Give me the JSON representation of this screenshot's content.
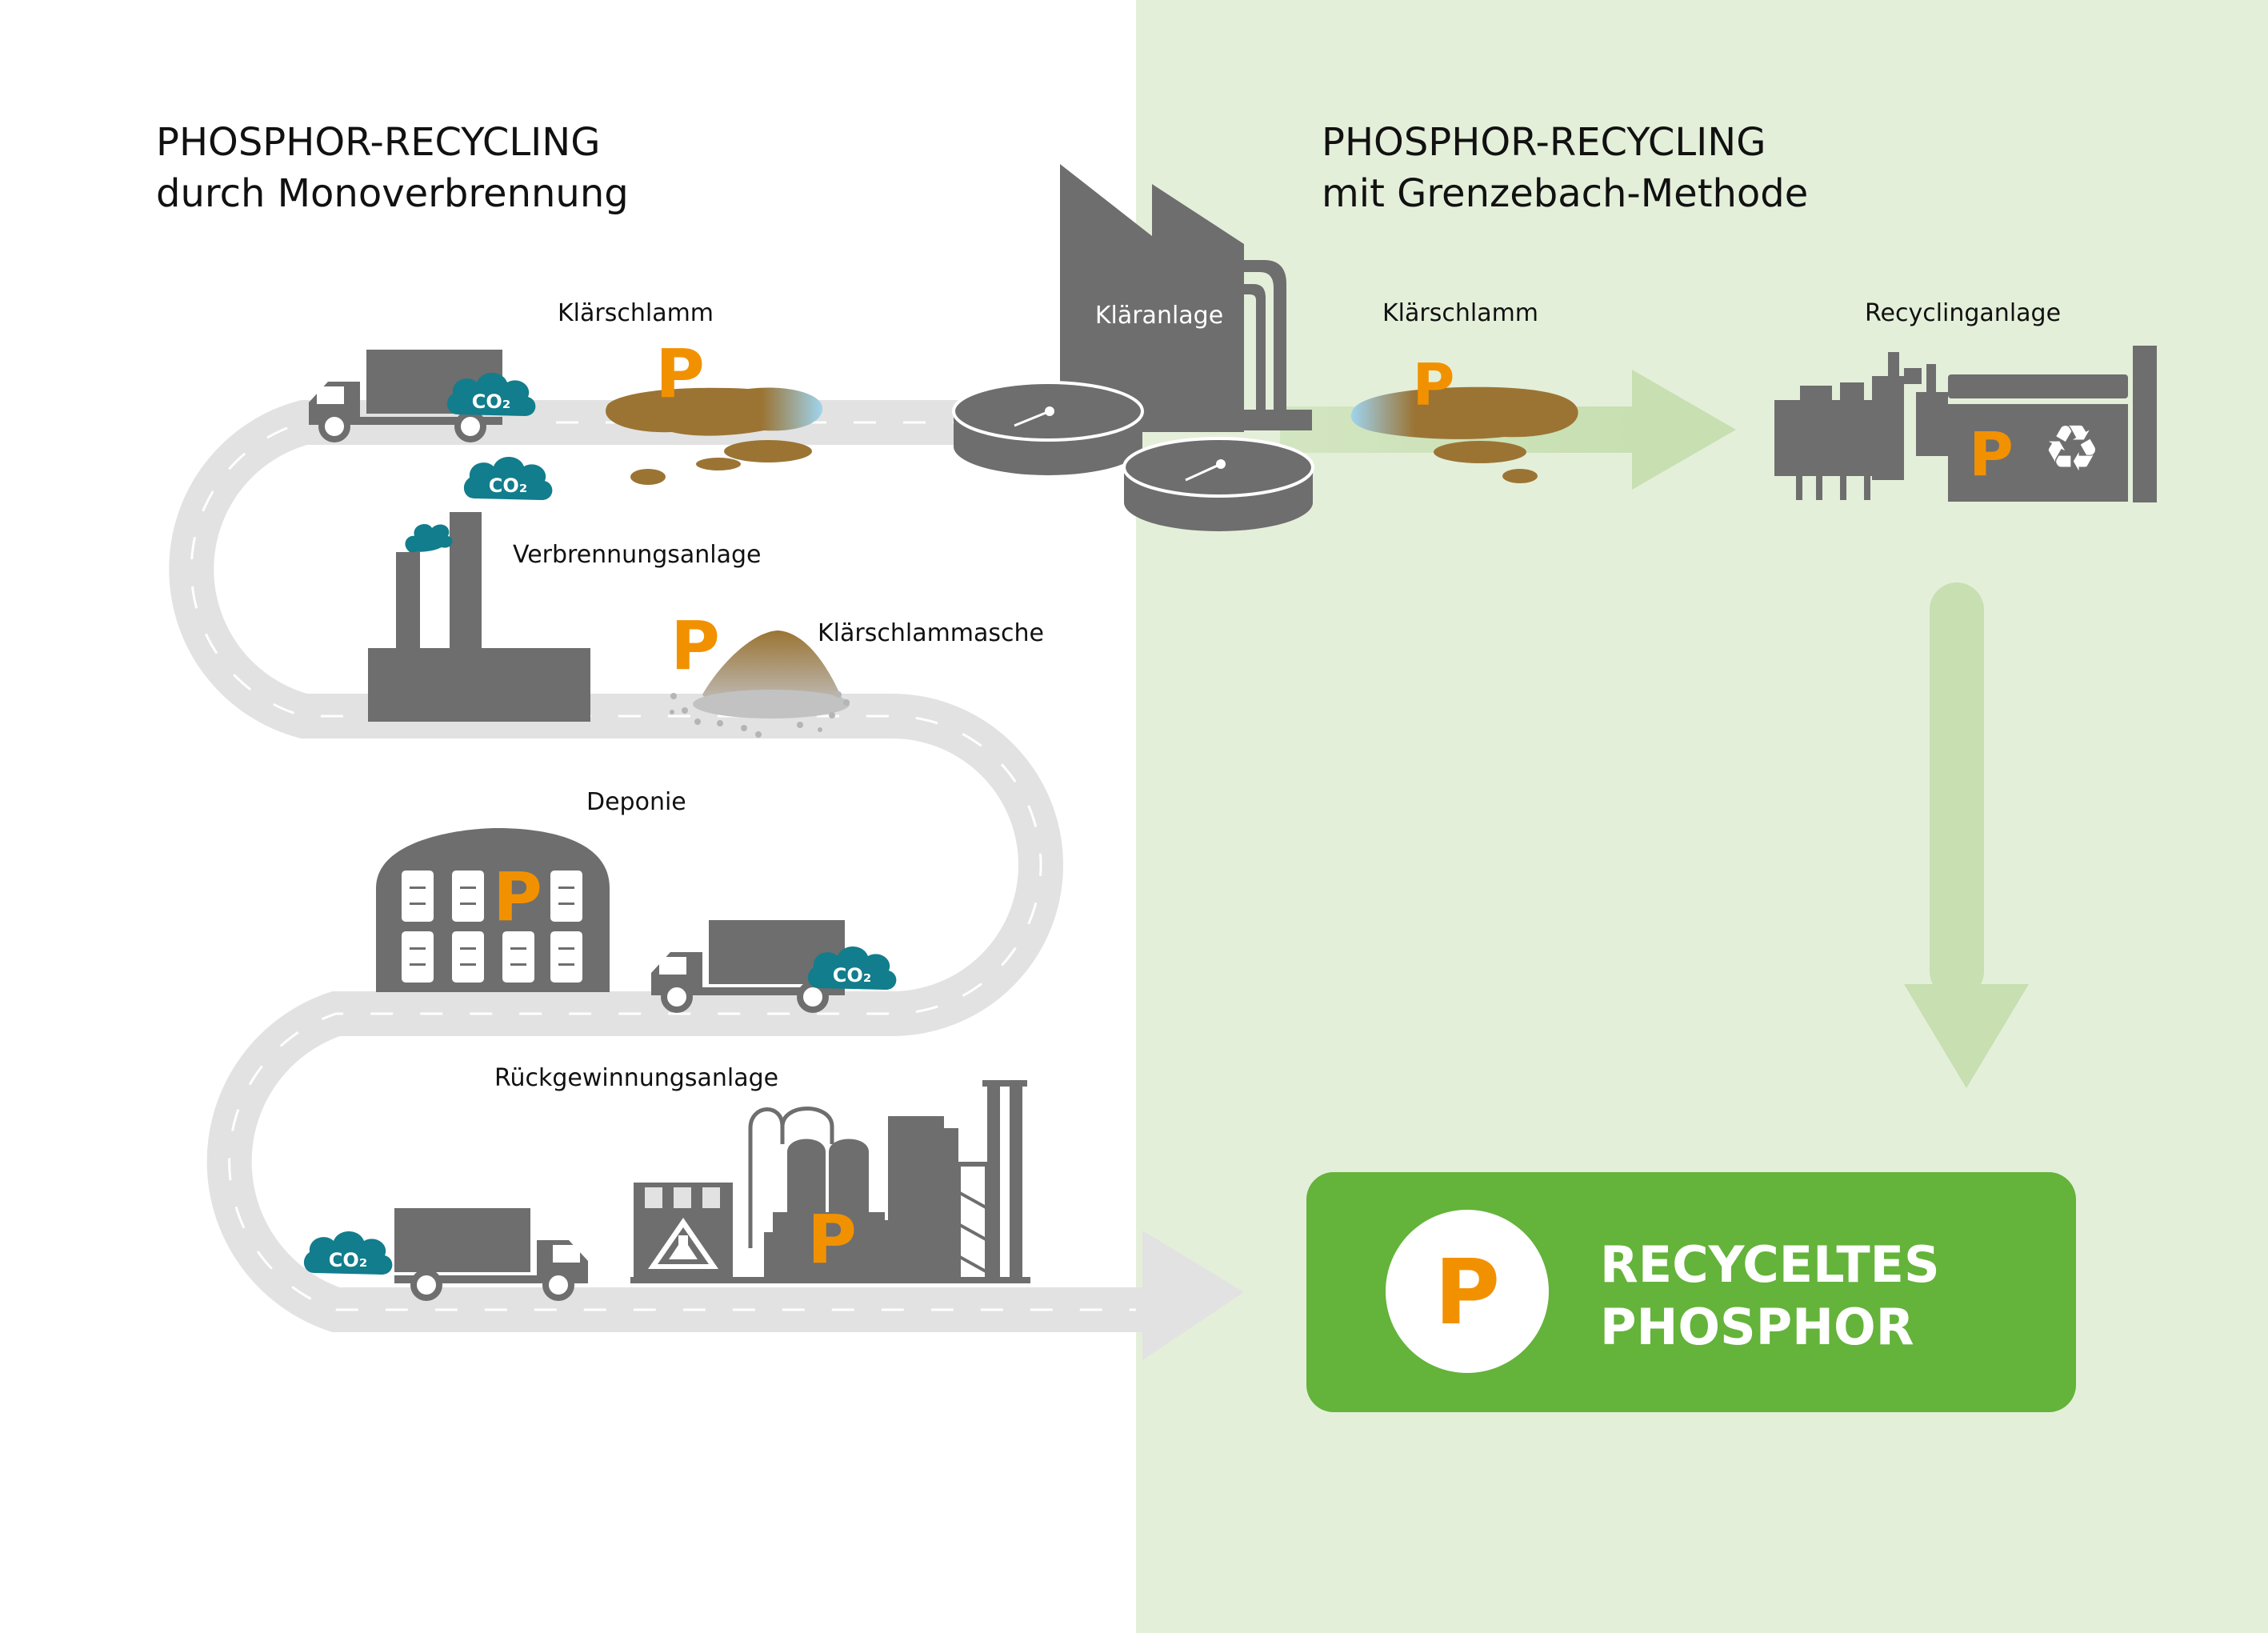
{
  "left_title": {
    "line1": "PHOSPHOR-RECYCLING",
    "line2": "durch Monoverbrennung"
  },
  "right_title": {
    "line1": "PHOSPHOR-RECYCLING",
    "line2": "mit Grenzebach-Methode"
  },
  "labels": {
    "klaerschlamm_left": "Klärschlamm",
    "verbrennungsanlage": "Verbrennungsanlage",
    "klaerschlammasche": "Klärschlammasche",
    "deponie": "Deponie",
    "rueckgewinnungsanlage": "Rückgewinnungsanlage",
    "klaeranlage": "Kläranlage",
    "klaerschlamm_right": "Klärschlamm",
    "recyclinganlage": "Recyclinganlage"
  },
  "co2_label": "CO₂",
  "phosphor_symbol": "P",
  "result_box": {
    "line1": "RECYCELTES",
    "line2": "PHOSPHOR"
  },
  "colors": {
    "right_panel": "#e4efda",
    "road": "#e2e2e2",
    "machinery": "#6e6e6e",
    "phosphor": "#f29100",
    "sludge": "#9b7434",
    "co2_cloud": "#127d8c",
    "result_green": "#64b33a",
    "arrow_green": "#c7dfb1"
  },
  "icons": [
    "truck-icon",
    "co2-cloud-icon",
    "factory-icon",
    "recycle-icon",
    "hazard-flask-icon"
  ]
}
